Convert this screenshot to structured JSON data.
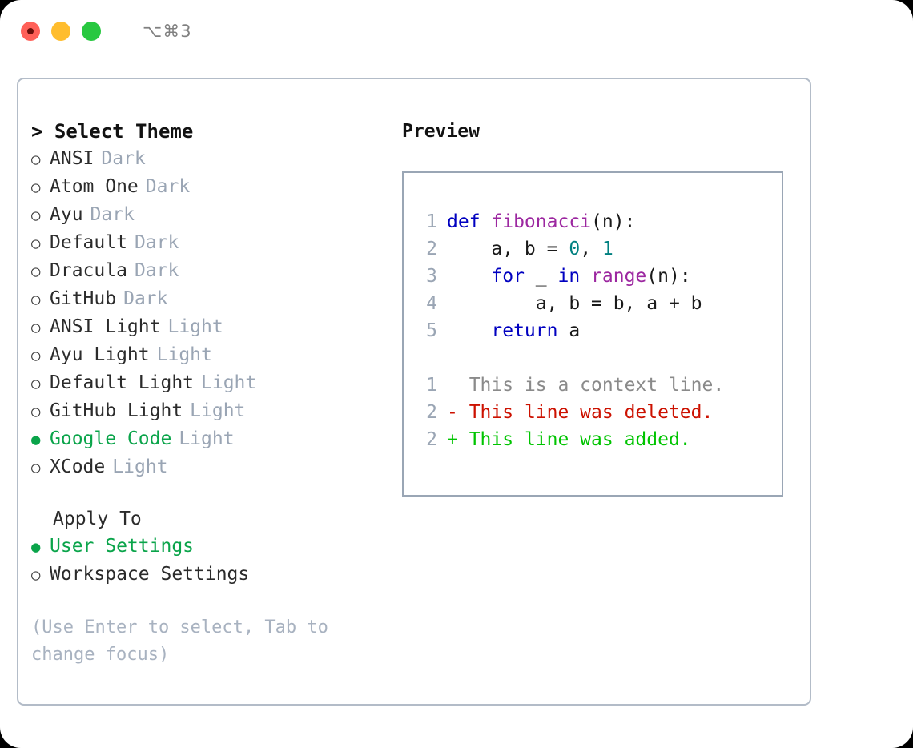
{
  "window": {
    "shortcut_label": "⌥⌘3",
    "traffic_lights": [
      "close-red",
      "minimize-yellow",
      "maximize-green"
    ]
  },
  "theme_picker": {
    "header": "> Select Theme",
    "themes": [
      {
        "bullet": "○",
        "name": "ANSI",
        "tag": "Dark",
        "selected": false
      },
      {
        "bullet": "○",
        "name": "Atom One",
        "tag": "Dark",
        "selected": false
      },
      {
        "bullet": "○",
        "name": "Ayu",
        "tag": "Dark",
        "selected": false
      },
      {
        "bullet": "○",
        "name": "Default",
        "tag": "Dark",
        "selected": false
      },
      {
        "bullet": "○",
        "name": "Dracula",
        "tag": "Dark",
        "selected": false
      },
      {
        "bullet": "○",
        "name": "GitHub",
        "tag": "Dark",
        "selected": false
      },
      {
        "bullet": "○",
        "name": "ANSI Light",
        "tag": "Light",
        "selected": false
      },
      {
        "bullet": "○",
        "name": "Ayu Light",
        "tag": "Light",
        "selected": false
      },
      {
        "bullet": "○",
        "name": "Default Light",
        "tag": "Light",
        "selected": false
      },
      {
        "bullet": "○",
        "name": "GitHub Light",
        "tag": "Light",
        "selected": false
      },
      {
        "bullet": "●",
        "name": "Google Code",
        "tag": "Light",
        "selected": true
      },
      {
        "bullet": "○",
        "name": "XCode",
        "tag": "Light",
        "selected": false
      }
    ]
  },
  "apply_to": {
    "header": "Apply To",
    "options": [
      {
        "bullet": "●",
        "name": "User Settings",
        "selected": true
      },
      {
        "bullet": "○",
        "name": "Workspace Settings",
        "selected": false
      }
    ]
  },
  "hint": "(Use Enter to select, Tab to change focus)",
  "preview": {
    "title": "Preview",
    "code_lines": [
      {
        "number": "1",
        "tokens": [
          {
            "text": "def ",
            "style": "kw"
          },
          {
            "text": "fibonacci",
            "style": "fn"
          },
          {
            "text": "(n):",
            "style": "plain"
          }
        ]
      },
      {
        "number": "2",
        "tokens": [
          {
            "text": "    a, b = ",
            "style": "plain"
          },
          {
            "text": "0",
            "style": "num"
          },
          {
            "text": ", ",
            "style": "plain"
          },
          {
            "text": "1",
            "style": "num"
          }
        ]
      },
      {
        "number": "3",
        "tokens": [
          {
            "text": "    for ",
            "style": "kw"
          },
          {
            "text": "_ ",
            "style": "plain"
          },
          {
            "text": "in ",
            "style": "kw"
          },
          {
            "text": "range",
            "style": "fn"
          },
          {
            "text": "(n):",
            "style": "plain"
          }
        ]
      },
      {
        "number": "4",
        "tokens": [
          {
            "text": "        a, b = b, a + b",
            "style": "plain"
          }
        ]
      },
      {
        "number": "5",
        "tokens": [
          {
            "text": "    return ",
            "style": "kw"
          },
          {
            "text": "a",
            "style": "plain"
          }
        ]
      }
    ],
    "diff_lines": [
      {
        "number": "1",
        "marker": "  ",
        "text": "This is a context line.",
        "kind": "ctx"
      },
      {
        "number": "2",
        "marker": "- ",
        "text": "This line was deleted.",
        "kind": "del"
      },
      {
        "number": "2",
        "marker": "+ ",
        "text": "This line was added.",
        "kind": "add"
      }
    ]
  },
  "colors": {
    "accent_green": "#0aa44a",
    "tag_gray": "#9aa5b4",
    "hint_gray": "#a8b2c0",
    "keyword_blue": "#0000c0",
    "function_magenta": "#9c27a0",
    "number_teal": "#008080",
    "diff_deleted_red": "#cc1100",
    "diff_added_green": "#00c400",
    "panel_border": "#b3bcc8",
    "preview_border": "#9aa6b5"
  }
}
